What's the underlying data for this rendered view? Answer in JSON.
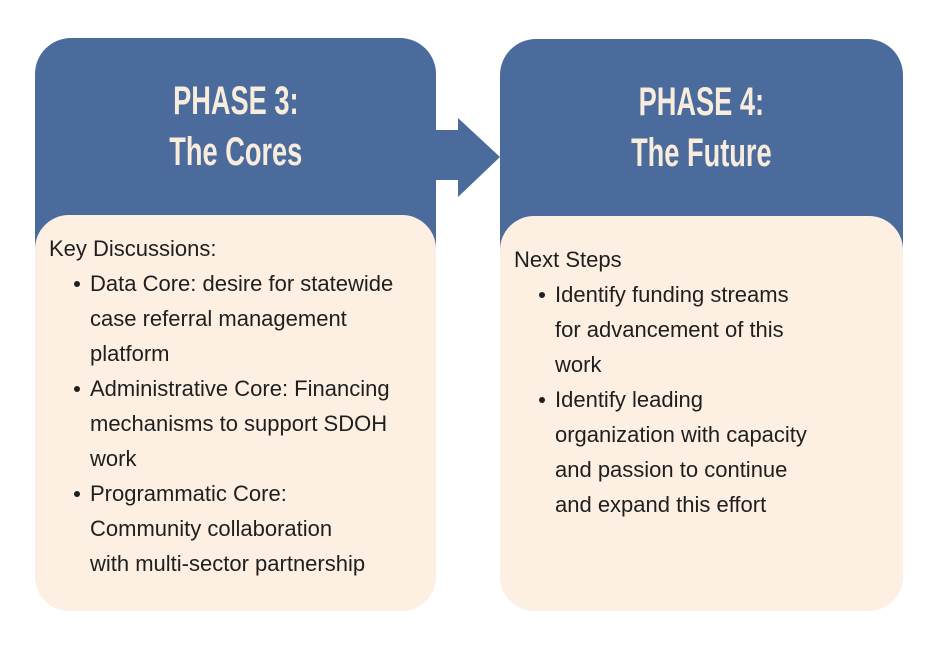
{
  "colors": {
    "card_blue": "#4a6b9c",
    "body_cream": "#fdefe2",
    "title_text": "#f8ecdc",
    "body_text": "#1f1f1f"
  },
  "cards": [
    {
      "title_line1": "PHASE 3:",
      "title_line2": "The Cores",
      "heading": "Key Discussions:",
      "bullets": [
        "Data Core: desire for statewide\ncase referral management\nplatform",
        "Administrative Core: Financing\nmechanisms to support SDOH\nwork",
        "Programmatic Core:\nCommunity collaboration\nwith multi-sector partnership"
      ]
    },
    {
      "title_line1": "PHASE 4:",
      "title_line2": "The Future",
      "heading": "Next Steps",
      "bullets": [
        "Identify funding streams\nfor advancement of this\nwork",
        "Identify leading\norganization with capacity\nand passion to continue\nand expand this effort"
      ]
    }
  ],
  "arrow": {
    "icon": "right-arrow"
  }
}
